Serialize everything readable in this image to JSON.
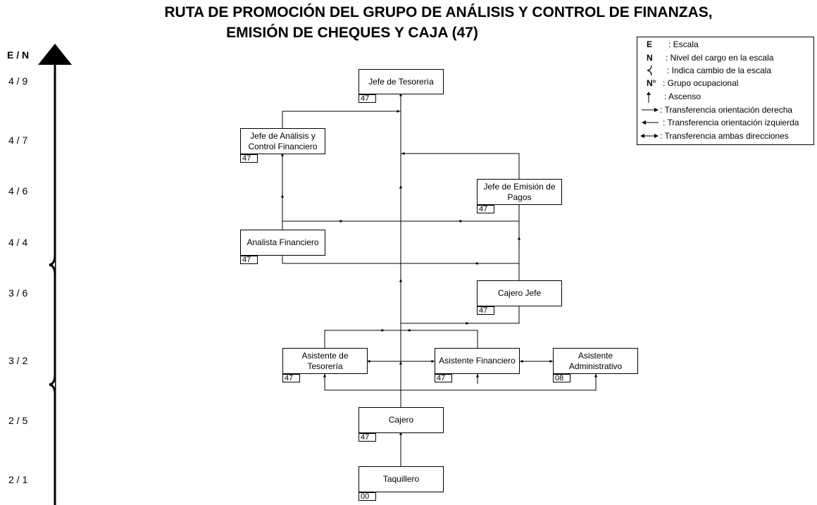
{
  "title": {
    "line1": "RUTA DE PROMOCIÓN DEL GRUPO DE ANÁLISIS Y CONTROL DE FINANZAS,",
    "line2": "EMISIÓN DE CHEQUES Y CAJA (47)"
  },
  "axis": {
    "header": "E / N",
    "levels": [
      "4 / 9",
      "4 / 7",
      "4 / 6",
      "4 / 4",
      "3 / 6",
      "3 / 2",
      "2 / 5",
      "2 / 1"
    ]
  },
  "positions": {
    "jefe_tesoreria": {
      "label": "Jefe de Tesorería",
      "code": "47"
    },
    "jefe_analisis": {
      "label": "Jefe de Análisis y Control Financiero",
      "code": "47"
    },
    "jefe_emision": {
      "label": "Jefe de Emisión de Pagos",
      "code": "47"
    },
    "analista": {
      "label": "Analista Financiero",
      "code": "47"
    },
    "cajero_jefe": {
      "label": "Cajero Jefe",
      "code": "47"
    },
    "asist_tesoreria": {
      "label": "Asistente de Tesorería",
      "code": "47"
    },
    "asist_financiero": {
      "label": "Asistente Financiero",
      "code": "47"
    },
    "asist_admin": {
      "label": "Asistente Administrativo",
      "code": "08"
    },
    "cajero": {
      "label": "Cajero",
      "code": "47"
    },
    "taquillero": {
      "label": "Taquillero",
      "code": "00"
    }
  },
  "legend": {
    "items": [
      {
        "symbol": "E",
        "text": ": Escala"
      },
      {
        "symbol": "N",
        "text": ": Nivel del cargo en la escala"
      },
      {
        "symbol": "break-icon",
        "text": ": Indica cambio de la escala"
      },
      {
        "symbol": "N°",
        "text": ": Grupo ocupacional"
      },
      {
        "symbol": "up-arrow-icon",
        "text": ": Ascenso"
      },
      {
        "symbol": "right-arrow-icon",
        "text": ": Transferencia orientación derecha"
      },
      {
        "symbol": "left-arrow-icon",
        "text": ": Transferencia orientación izquierda"
      },
      {
        "symbol": "double-arrow-icon",
        "text": ": Transferencia ambas direcciones"
      }
    ]
  }
}
